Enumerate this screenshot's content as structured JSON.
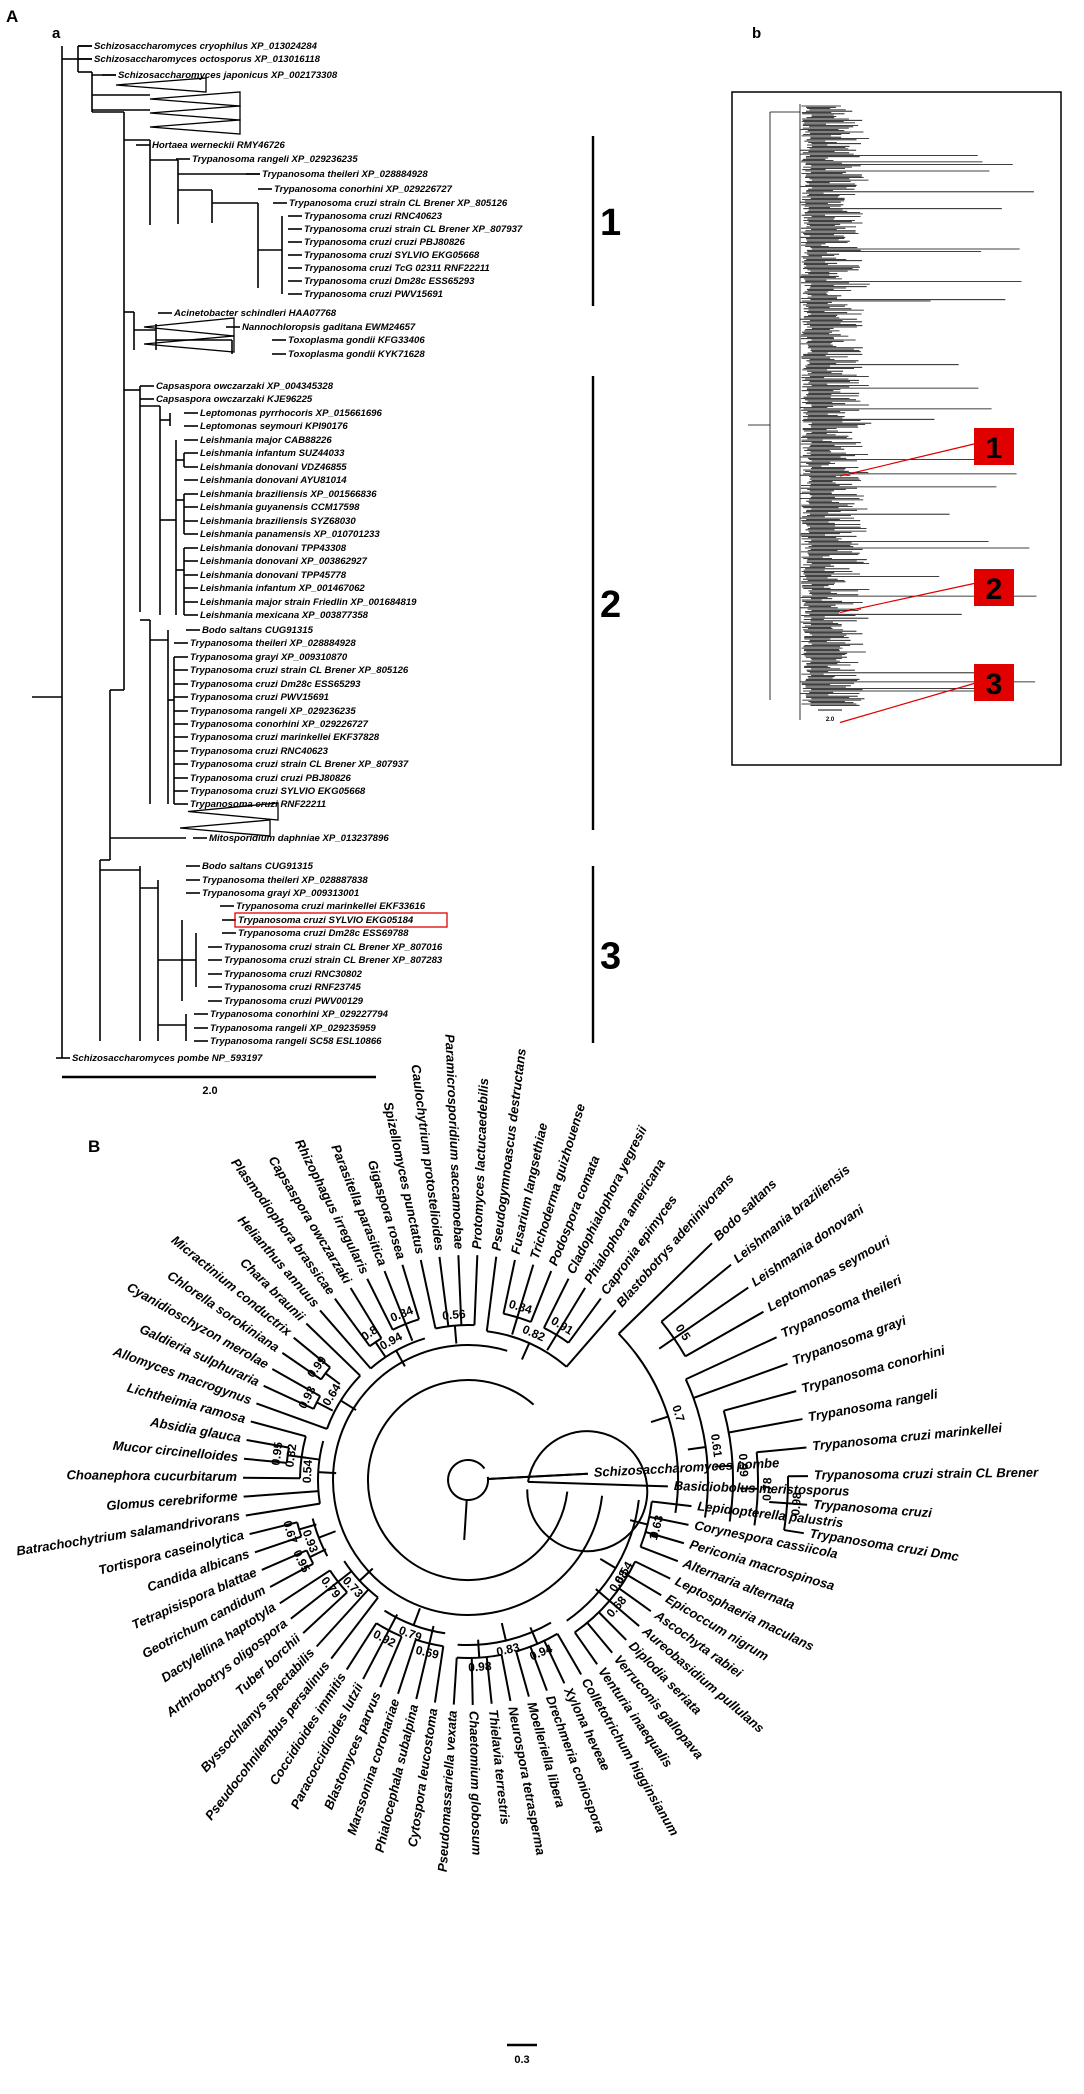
{
  "panels": {
    "A": "A",
    "a": "a",
    "b": "b",
    "B": "B"
  },
  "tree_a": {
    "taxa": [
      "Schizosaccharomyces cryophilus  XP_013024284",
      "Schizosaccharomyces octosporus  XP_013016118",
      "Schizosaccharomyces japonicus  XP_002173308",
      "Hortaea werneckii  RMY46726",
      "Trypanosoma  rangeli  XP_029236235",
      "Trypanosoma  theileri  XP_028884928",
      "Trypanosoma  conorhini  XP_029226727",
      "Trypanosoma cruzi strain CL Brener XP_805126",
      "Trypanosoma  cruzi   RNC40623",
      "Trypanosoma cruzi strain CL Brener XP_807937",
      "Trypanosoma  cruzi  cruzi   PBJ80826",
      "Trypanosoma  cruzi  SYLVIO   EKG05668",
      "Trypanosoma  cruzi  TcG  02311  RNF22211",
      "Trypanosoma  cruzi  Dm28c  ESS65293",
      "Trypanosoma  cruzi   PWV15691",
      "Acinetobacter schindleri  HAA07768",
      "Nannochloropsis gaditana  EWM24657",
      "Toxoplasma gondii  KFG33406",
      "Toxoplasma gondii  KYK71628",
      "Capsaspora  owczarzaki  XP_004345328",
      "Capsaspora  owczarzaki  KJE96225",
      "Leptomonas  pyrrhocoris  XP_015661696",
      "Leptomonas  seymouri  KPI90176",
      "Leishmania  major  CAB88226",
      "Leishmania  infantum  SUZ44033",
      "Leishmania  donovani  VDZ46855",
      "Leishmania  donovani  AYU81014",
      "Leishmania  braziliensis  XP_001566836",
      "Leishmania  guyanensis  CCM17598",
      "Leishmania  braziliensis  SYZ68030",
      "Leishmania  panamensis  XP_010701233",
      "Leishmania  donovani  TPP43308",
      "Leishmania  donovani  XP_003862927",
      "Leishmania  donovani  TPP45778",
      "Leishmania  infantum  XP_001467062",
      "Leishmania  major strain  Friedlin  XP_001684819",
      "Leishmania  mexicana  XP_003877358",
      "Bodo  saltans  CUG91315",
      "Trypanosoma  theileri  XP_028884928",
      "Trypanosoma  grayi  XP_009310870",
      "Trypanosoma  cruzi strain CL Brener  XP_805126",
      "Trypanosoma  cruzi  Dm28c  ESS65293",
      "Trypanosoma  cruzi  PWV15691",
      "Trypanosoma  rangeli  XP_029236235",
      "Trypanosoma  conorhini  XP_029226727",
      "Trypanosoma  cruzi  marinkellei  EKF37828",
      "Trypanosoma  cruzi  RNC40623",
      "Trypanosoma  cruzi  strain  CL  Brener  XP_807937",
      "Trypanosoma  cruzi  cruzi   PBJ80826",
      "Trypanosoma  cruzi   SYLVIO   EKG05668",
      "Trypanosoma  cruzi   RNF22211",
      "Mitosporidium  daphniae  XP_013237896",
      "Bodo  saltans  CUG91315",
      "Trypanosoma  theileri  XP_028887838",
      "Trypanosoma  grayi  XP_009313001",
      "Trypanosoma  cruzi  marinkellei  EKF33616",
      "Trypanosoma  cruzi   SYLVIO  EKG05184",
      "Trypanosoma  cruzi  Dm28c   ESS69788",
      "Trypanosoma  cruzi  strain  CL  Brener  XP_807016",
      "Trypanosoma  cruzi  strain  CL  Brener  XP_807283",
      "Trypanosoma  cruzi   RNC30802",
      "Trypanosoma  cruzi   RNF23745",
      "Trypanosoma  cruzi   PWV00129",
      "Trypanosoma  conorhini  XP_029227794",
      "Trypanosoma  rangeli   XP_029235959",
      "Trypanosoma  rangeli  SC58   ESL10866",
      "Schizosaccharomyces pombe  NP_593197"
    ],
    "clades": [
      "1",
      "2",
      "3"
    ],
    "highlighted_taxon": "Trypanosoma  cruzi   SYLVIO  EKG05184",
    "scale": "2.0"
  },
  "tree_b": {
    "boxes": [
      "1",
      "2",
      "3"
    ],
    "scale": "2.0",
    "accent": "#e00000"
  },
  "tree_B": {
    "taxa": [
      "Schizosaccharomyces pombe",
      "Basidiobolus meristosporus",
      "Lepidopterella palustris",
      "Corynespora cassiicola",
      "Periconia macrospinosa",
      "Alternaria alternata",
      "Leptosphaeria maculans",
      "Epicoccum nigrum",
      "Ascochyta rabiei",
      "Aureobasidium pullulans",
      "Diplodia seriata",
      "Verruconis gallopava",
      "Venturia inaequalis",
      "Colletotrichum higginsianum",
      "Xylona heveae",
      "Drechmeria coniospora",
      "Moelleriella libera",
      "Neurospora tetrasperma",
      "Thielavia terrestris",
      "Chaetomium globosum",
      "Pseudomassariella vexata",
      "Cytospora leucostoma",
      "Phialocephala subalpina",
      "Marssonina coronariae",
      "Blastomyces parvus",
      "Paracoccidioides lutzii",
      "Coccidioides immitis",
      "Pseudocohnilembus persalinus",
      "Byssochlamys spectabilis",
      "Tuber borchii",
      "Arthrobotrys oligospora",
      "Dactylellina haptotyla",
      "Geotrichum candidum",
      "Tetrapisispora blattae",
      "Candida albicans",
      "Tortispora caseinolytica",
      "Batrachochytrium salamandrivorans",
      "Glomus cerebriforme",
      "Choanephora cucurbitarum",
      "Mucor circinelloides",
      "Absidia glauca",
      "Lichtheimia ramosa",
      "Allomyces macrogynus",
      "Galdieria sulphuraria",
      "Cyanidioschyzon merolae",
      "Chlorella sorokiniana",
      "Micractinium conductrix",
      "Chara braunii",
      "Helianthus annuus",
      "Plasmodiophora brassicae",
      "Capsaspora owczarzaki",
      "Rhizophagus irregularis",
      "Parasitella parasitica",
      "Gigaspora rosea",
      "Spizellomyces punctatus",
      "Caulochytrium protostelioides",
      "Paramicrosporidium saccamoebae",
      "Protomyces lactucaedebilis",
      "Pseudogymnoascus destructans",
      "Fusarium langsethiae",
      "Trichoderma guizhouense",
      "Podospora comata",
      "Cladophialophora yegresii",
      "Phialophora americana",
      "Capronia epimyces",
      "Blastobotrys adeninivorans",
      "Bodo saltans",
      "Leishmania braziliensis",
      "Leishmania donovani",
      "Leptomonas seymouri",
      "Trypanosoma theileri",
      "Trypanosoma grayi",
      "Trypanosoma conorhini",
      "Trypanosoma rangeli",
      "Trypanosoma cruzi marinkellei",
      "Trypanosoma cruzi strain CL Brener",
      "Trypanosoma cruzi",
      "Trypanosoma cruzi Dmc"
    ],
    "supports": [
      "0.54",
      "0.63",
      "0.68",
      "0.83",
      "0.94",
      "0.98",
      "0.79",
      "0.69",
      "0.92",
      "0.73",
      "0.79",
      "0.93",
      "0.95",
      "0.67",
      "0.54",
      "0.82",
      "0.95",
      "0.64",
      "0.93",
      "0.99",
      "0.94",
      "0.8",
      "0.84",
      "0.56",
      "0.82",
      "0.84",
      "0.91",
      "0.7",
      "0.5",
      "0.61",
      "0.99",
      "0.78",
      "0.98",
      "0.68",
      "1"
    ],
    "scale": "0.3"
  }
}
